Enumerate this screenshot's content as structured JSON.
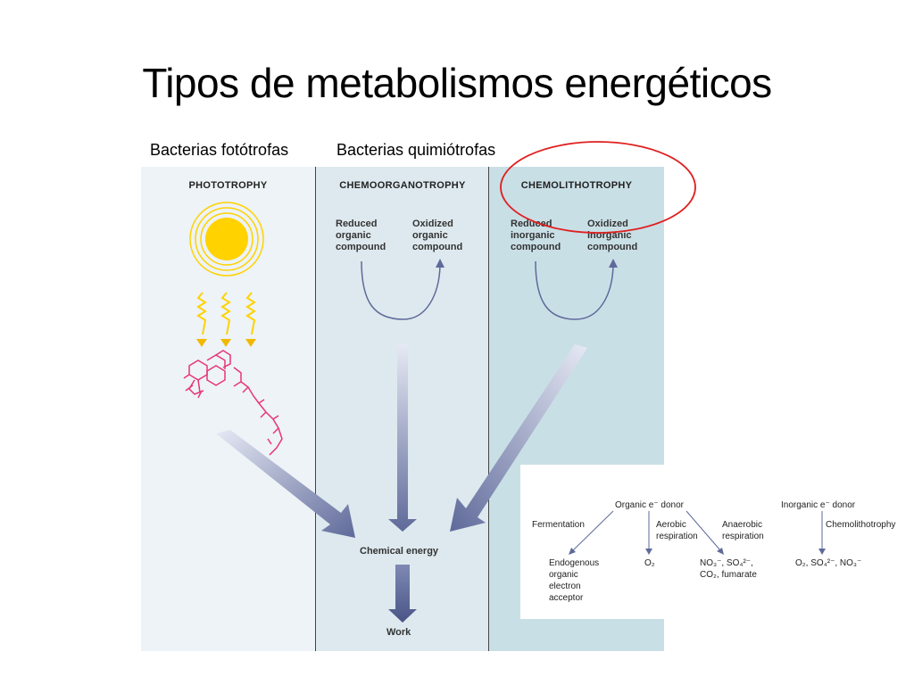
{
  "title": "Tipos de metabolismos energéticos",
  "categories": {
    "phototrophs": "Bacterias fotótrofas",
    "chemotrophs": "Bacterias quimiótrofas"
  },
  "columns": {
    "phototrophy": "PHOTOTROPHY",
    "chemoorganotrophy": "CHEMOORGANOTROPHY",
    "chemolithotrophy": "CHEMOLITHOTROPHY"
  },
  "chemoorganotrophy": {
    "reduced": "Reduced\norganic\ncompound",
    "oxidized": "Oxidized\norganic\ncompound"
  },
  "chemolithotrophy": {
    "reduced": "Reduced\ninorganic\ncompound",
    "oxidized": "Oxidized\ninorganic\ncompound"
  },
  "flow": {
    "chemical_energy": "Chemical energy",
    "work": "Work"
  },
  "inset": {
    "organic_donor": "Organic e⁻ donor",
    "inorganic_donor": "Inorganic e⁻ donor",
    "fermentation": "Fermentation",
    "aerobic": "Aerobic\nrespiration",
    "anaerobic": "Anaerobic\nrespiration",
    "chemolithotrophy": "Chemolithotrophy",
    "endogenous": "Endogenous\norganic\nelectron\nacceptor",
    "o2": "O₂",
    "anaerobic_acceptors": "NO₃⁻, SO₄²⁻,\nCO₂, fumarate",
    "inorganic_acceptors": "O₂, SO₄²⁻, NO₃⁻"
  },
  "colors": {
    "photo_bg": "#edf3f6",
    "chemoorgano_bg": "#dde9ee",
    "chemolitho_bg": "#c9dfe6",
    "arrow": "#5f6a9a",
    "highlight": "#e02020",
    "sun": "#ffd200",
    "chlorophyll": "#e8357a"
  }
}
